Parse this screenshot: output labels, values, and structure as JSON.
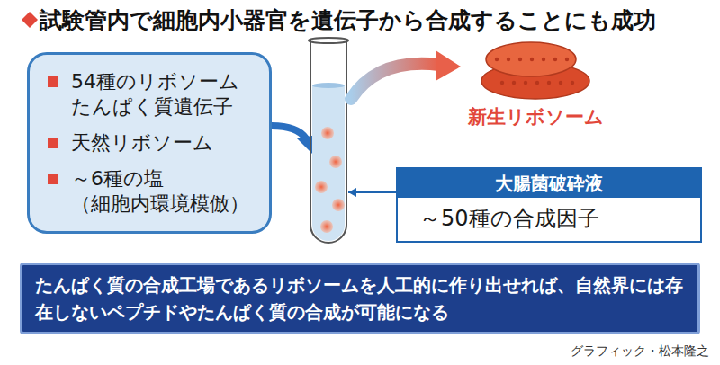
{
  "diagram": {
    "title": "試験管内で細胞内小器官を遺伝子から合成することにも成功",
    "nodes": [
      {
        "text": [
          "54種のリボソーム たんぱく質遺伝子",
          "天然リボソーム",
          "～6種の塩 （細胞内環境模倣）"
        ]
      },
      {
        "text": [
          "新生リボソーム"
        ]
      },
      {
        "text": [
          "大腸菌破砕液",
          "～50種の合成因子"
        ]
      },
      {
        "text": [
          "たんぱく質の合成工場であるリボソームを人工的に作り出せれば、自然界には存在しないペプチドやたんぱく質の合成が可能になる"
        ]
      }
    ],
    "labels": [
      "グラフィック・松本隆之"
    ]
  }
}
